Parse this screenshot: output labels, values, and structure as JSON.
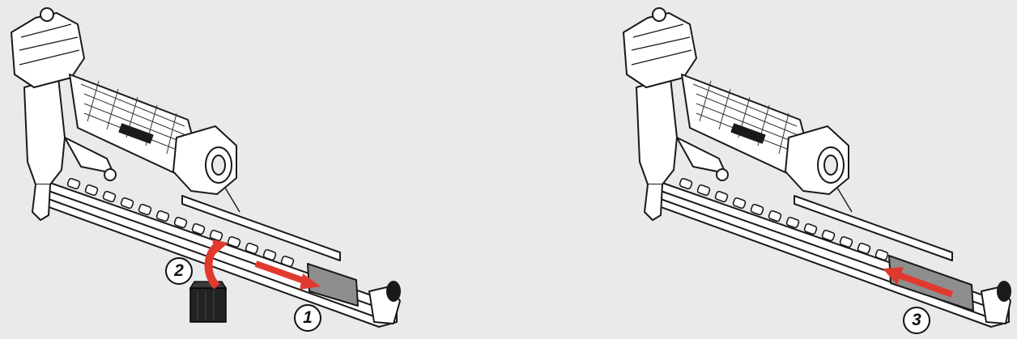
{
  "steps": [
    {
      "id": "1",
      "label": "1",
      "action": "slide-pusher-back"
    },
    {
      "id": "2",
      "label": "2",
      "action": "insert-staple-strip"
    },
    {
      "id": "3",
      "label": "3",
      "action": "slide-pusher-forward"
    }
  ],
  "colors": {
    "background": "#e9eaeb",
    "arrow": "#e03a2f",
    "outline": "#1a1a1a",
    "body": "#ffffff",
    "pusher": "#8e8e8e",
    "staples": "#222222"
  },
  "icons": {
    "tool": "stapler-icon",
    "strip": "staple-strip-icon",
    "arrow": "arrow-icon"
  }
}
